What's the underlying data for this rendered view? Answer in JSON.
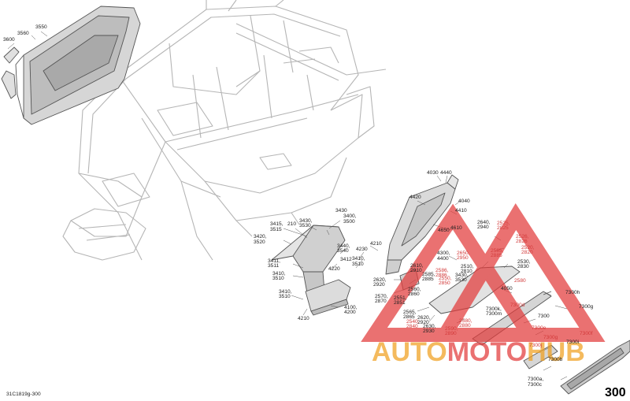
{
  "diagram": {
    "doc_code": "31C1819g-300",
    "page_number": "300",
    "watermark": "AUTOMOTOHUB",
    "watermark_colors": {
      "triangle": "#e23b3b",
      "auto": "#f0a020",
      "moto": "#e23b3b",
      "hub": "#f0a020"
    },
    "callouts": [
      {
        "id": "3550",
        "text": "3550"
      },
      {
        "id": "3560",
        "text": "3560"
      },
      {
        "id": "3600",
        "text": "3600"
      },
      {
        "id": "4030",
        "text": "4030"
      },
      {
        "id": "4440",
        "text": "4440"
      },
      {
        "id": "4420",
        "text": "4420"
      },
      {
        "id": "4040",
        "text": "4040"
      },
      {
        "id": "4410",
        "text": "4410"
      },
      {
        "id": "4650",
        "text": "4650"
      },
      {
        "id": "4610",
        "text": "4610"
      },
      {
        "id": "3430a",
        "text": "3430"
      },
      {
        "id": "3400",
        "text": "3400,"
      },
      {
        "id": "3500",
        "text": "3500"
      },
      {
        "id": "3415",
        "text": "3415,"
      },
      {
        "id": "3515",
        "text": "3515"
      },
      {
        "id": "210",
        "text": "210"
      },
      {
        "id": "3430b",
        "text": "3430,"
      },
      {
        "id": "3530",
        "text": "3530"
      },
      {
        "id": "3420",
        "text": "3420,"
      },
      {
        "id": "3520",
        "text": "3520"
      },
      {
        "id": "4210a",
        "text": "4210"
      },
      {
        "id": "3440",
        "text": "3440,"
      },
      {
        "id": "3540",
        "text": "3540"
      },
      {
        "id": "4230",
        "text": "4230"
      },
      {
        "id": "3411",
        "text": "3411,"
      },
      {
        "id": "3511",
        "text": "3511"
      },
      {
        "id": "3412",
        "text": "3412"
      },
      {
        "id": "3410a",
        "text": "3410,"
      },
      {
        "id": "3510a",
        "text": "3510"
      },
      {
        "id": "4220",
        "text": "4220"
      },
      {
        "id": "3410b",
        "text": "3410,"
      },
      {
        "id": "3510b",
        "text": "3510"
      },
      {
        "id": "3410c",
        "text": "3410,"
      },
      {
        "id": "3510c",
        "text": "3510"
      },
      {
        "id": "4100",
        "text": "4100,"
      },
      {
        "id": "4200",
        "text": "4200"
      },
      {
        "id": "4210b",
        "text": "4210"
      },
      {
        "id": "4300",
        "text": "4300,"
      },
      {
        "id": "4400",
        "text": "4400"
      },
      {
        "id": "2610",
        "text": "2610,"
      },
      {
        "id": "2910",
        "text": "2910"
      },
      {
        "id": "2620",
        "text": "2620,"
      },
      {
        "id": "2920",
        "text": "2920"
      },
      {
        "id": "2585",
        "text": "2585,"
      },
      {
        "id": "2885",
        "text": "2885"
      },
      {
        "id": "2586",
        "text": "2586,"
      },
      {
        "id": "2886",
        "text": "2886"
      },
      {
        "id": "2570",
        "text": "2570,"
      },
      {
        "id": "2870",
        "text": "2870"
      },
      {
        "id": "2551",
        "text": "2551,"
      },
      {
        "id": "2851",
        "text": "2851"
      },
      {
        "id": "2560",
        "text": "2560,"
      },
      {
        "id": "2860",
        "text": "2860"
      },
      {
        "id": "2565",
        "text": "2565,"
      },
      {
        "id": "2865",
        "text": "2865"
      },
      {
        "id": "2620b",
        "text": "2620,"
      },
      {
        "id": "2920b",
        "text": "2920"
      },
      {
        "id": "2630",
        "text": "2630,"
      },
      {
        "id": "2930",
        "text": "2930"
      },
      {
        "id": "2540",
        "text": "2540,"
      },
      {
        "id": "2840",
        "text": "2840"
      },
      {
        "id": "2580",
        "text": "2580,"
      },
      {
        "id": "2880",
        "text": "2880"
      },
      {
        "id": "2590",
        "text": "2590,"
      },
      {
        "id": "2890",
        "text": "2890"
      },
      {
        "id": "2550",
        "text": "2550,"
      },
      {
        "id": "2850",
        "text": "2850"
      },
      {
        "id": "2650",
        "text": "2650,"
      },
      {
        "id": "2950",
        "text": "2950"
      },
      {
        "id": "2510",
        "text": "2510,"
      },
      {
        "id": "2810",
        "text": "2810"
      },
      {
        "id": "3430c",
        "text": "3430,"
      },
      {
        "id": "3530c",
        "text": "3530"
      },
      {
        "id": "2640",
        "text": "2640,"
      },
      {
        "id": "2940",
        "text": "2940"
      },
      {
        "id": "2525",
        "text": "2525,"
      },
      {
        "id": "2825",
        "text": "2825"
      },
      {
        "id": "2585b",
        "text": "2585,"
      },
      {
        "id": "2885b",
        "text": "2885"
      },
      {
        "id": "2526",
        "text": "2526,"
      },
      {
        "id": "2826",
        "text": "2826"
      },
      {
        "id": "2520",
        "text": "2520,"
      },
      {
        "id": "2820",
        "text": "2820"
      },
      {
        "id": "2530",
        "text": "2530,"
      },
      {
        "id": "2830",
        "text": "2830"
      },
      {
        "id": "2580b",
        "text": "2580"
      },
      {
        "id": "4050",
        "text": "4050"
      },
      {
        "id": "7300h",
        "text": "7300h"
      },
      {
        "id": "7300g",
        "text": "7300g"
      },
      {
        "id": "7300d",
        "text": "7300d"
      },
      {
        "id": "7300k",
        "text": "7300k,"
      },
      {
        "id": "7300m",
        "text": "7300m"
      },
      {
        "id": "7300",
        "text": "7300"
      },
      {
        "id": "7300e",
        "text": "7300e"
      },
      {
        "id": "7300f",
        "text": "7300f"
      },
      {
        "id": "7300g2",
        "text": "7300g"
      },
      {
        "id": "7300j",
        "text": "7300j"
      },
      {
        "id": "7300i",
        "text": "7300i"
      },
      {
        "id": "7300b",
        "text": "7300b"
      },
      {
        "id": "7300a",
        "text": "7300a,"
      },
      {
        "id": "7300c",
        "text": "7300c"
      }
    ]
  }
}
